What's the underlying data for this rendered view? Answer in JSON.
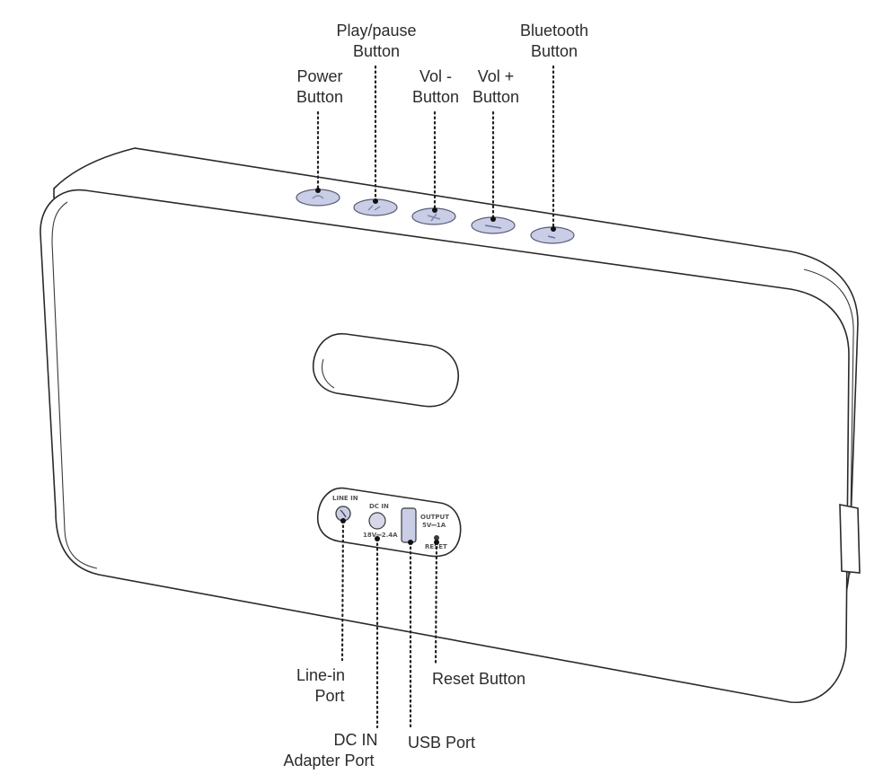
{
  "labels": {
    "power": [
      "Power",
      "Button"
    ],
    "play_pause": [
      "Play/pause",
      "Button"
    ],
    "vol_minus": [
      "Vol -",
      "Button"
    ],
    "vol_plus": [
      "Vol +",
      "Button"
    ],
    "bluetooth": [
      "Bluetooth",
      "Button"
    ],
    "line_in": [
      "Line-in",
      "Port"
    ],
    "dc_in": [
      "DC IN",
      "Adapter Port"
    ],
    "usb": [
      "USB Port"
    ],
    "reset": [
      "Reset Button"
    ]
  },
  "panel": {
    "line_in": "LINE IN",
    "dc_in": "DC IN",
    "dc_rating": "18V⎓2.4A",
    "output": "OUTPUT",
    "output_rating": "5V⎓1A",
    "reset": "RESET"
  },
  "colors": {
    "button_fill": "#c9cde6",
    "outline": "#2a2a2a"
  },
  "icons": [
    "power-icon",
    "play-pause-icon",
    "vol-minus-icon",
    "vol-plus-icon",
    "bluetooth-icon"
  ]
}
